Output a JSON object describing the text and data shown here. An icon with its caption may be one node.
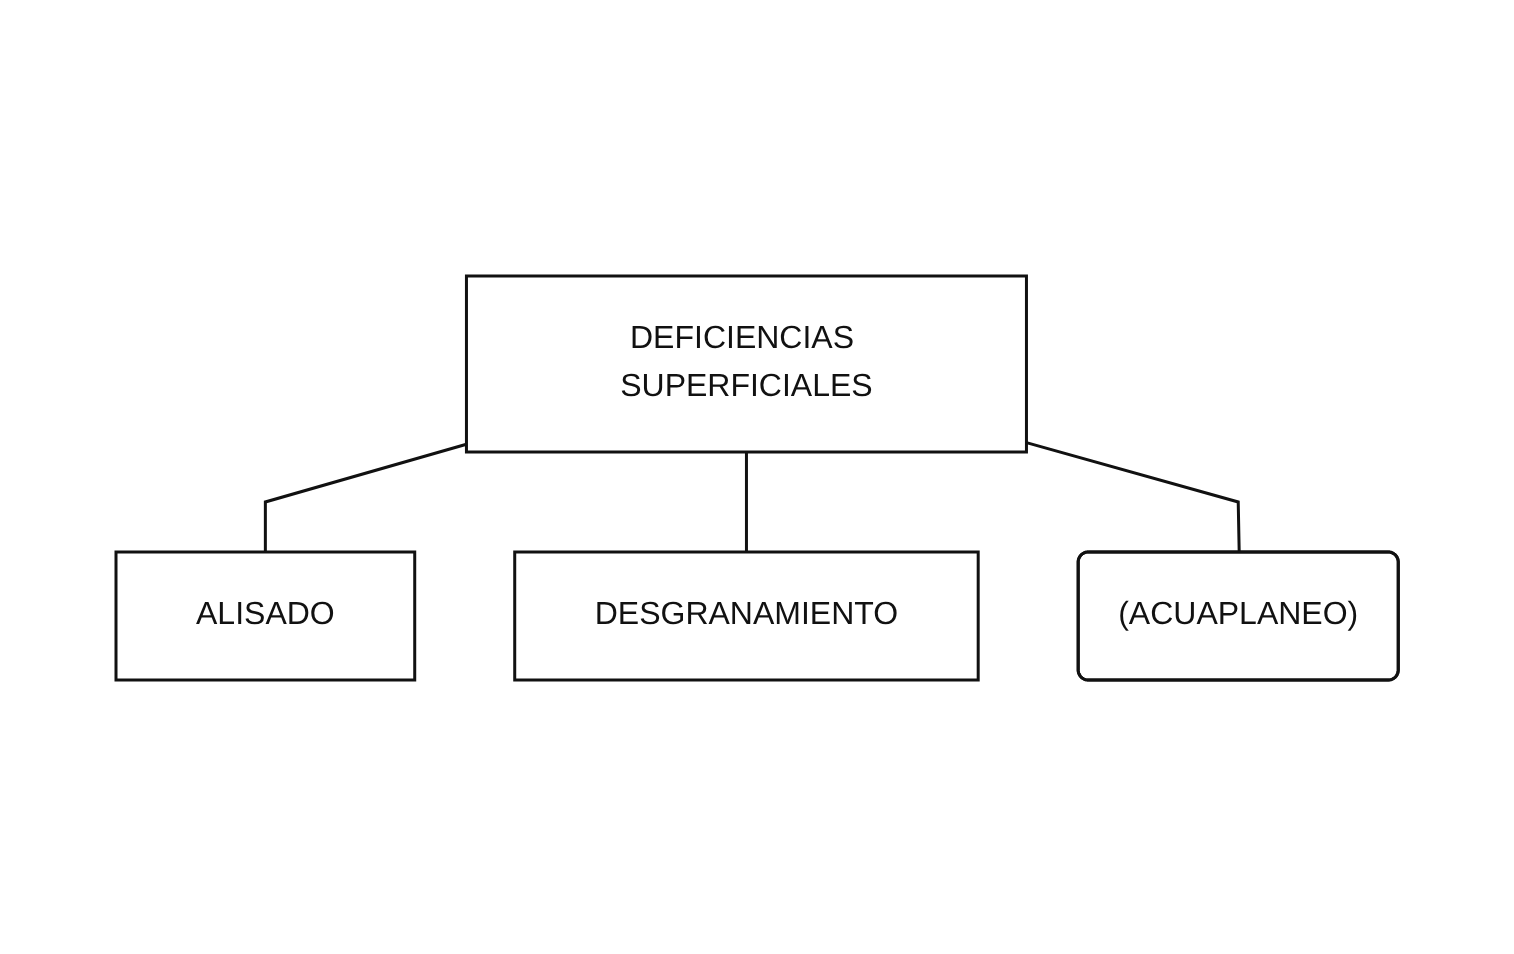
{
  "diagram": {
    "nodes": [
      {
        "text": [
          "DEFICIENCIAS SUPERFICIALES"
        ]
      },
      {
        "text": [
          "ALISADO"
        ]
      },
      {
        "text": [
          "DESGRANAMIENTO"
        ]
      },
      {
        "text": [
          "(ACUAPLANEO)"
        ]
      }
    ],
    "edges": [
      {
        "from": 0,
        "to": 1,
        "arrow": "none"
      },
      {
        "from": 0,
        "to": 2,
        "arrow": "none"
      },
      {
        "from": 0,
        "to": 3,
        "arrow": "none"
      }
    ]
  }
}
